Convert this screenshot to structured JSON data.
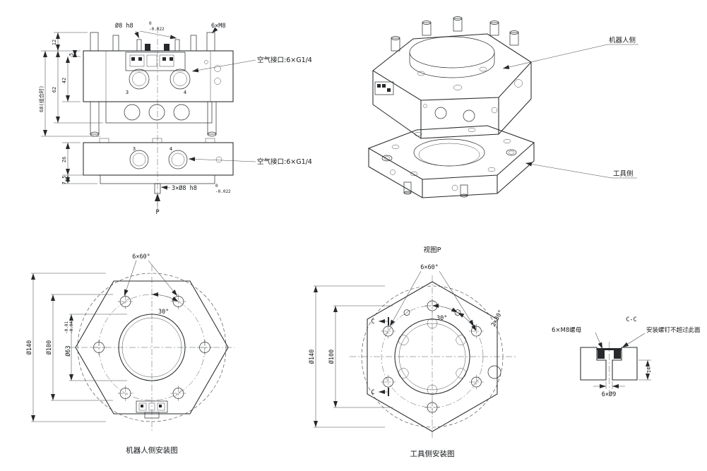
{
  "front_view": {
    "pin_dim": "Ø8 h8",
    "pin_tol_up": "0",
    "pin_tol_dn": "-0.022",
    "bolt_dim": "6×M8",
    "air_port_top": "空气接口:6×G1/4",
    "air_port_bottom": "空气接口:6×G1/4",
    "dim_12": "12",
    "dim_5": "5",
    "dim_42": "42",
    "dim_62": "62",
    "dim_68": "68(组合时)",
    "dim_26": "26",
    "dim_7_5": "7.5",
    "dowel_dim": "3×Ø8 h8",
    "dowel_tol_up": "0",
    "dowel_tol_dn": "-0.022",
    "port_3": "3",
    "port_4": "4",
    "view_arrow": "P"
  },
  "iso_view": {
    "robot_side_label": "机器人侧",
    "tool_side_label": "工具侧"
  },
  "robot_mount": {
    "angle_6x60": "6×60°",
    "angle_30": "30°",
    "dia_140": "Ø140",
    "dia_100": "Ø100",
    "dia_63": "Ø63",
    "dia_63_tol_up": "-0.01",
    "dia_63_tol_dn": "-0.04",
    "caption": "机器人侧安装图"
  },
  "tool_mount": {
    "view_label": "视图P",
    "angle_6x60": "6×60°",
    "angle_30": "30°",
    "angle_2x30": "2×30°",
    "dia_140": "Ø140",
    "dia_100": "Ø100",
    "section_mark_top": "C",
    "section_mark_bottom": "C",
    "caption": "工具侧安装图"
  },
  "section_detail": {
    "title": "C-C",
    "nut_label": "6×M8螺母",
    "note": "安装螺钉不超过此面",
    "dim_6xphi9": "6×Ø9",
    "dim_14": "14"
  }
}
